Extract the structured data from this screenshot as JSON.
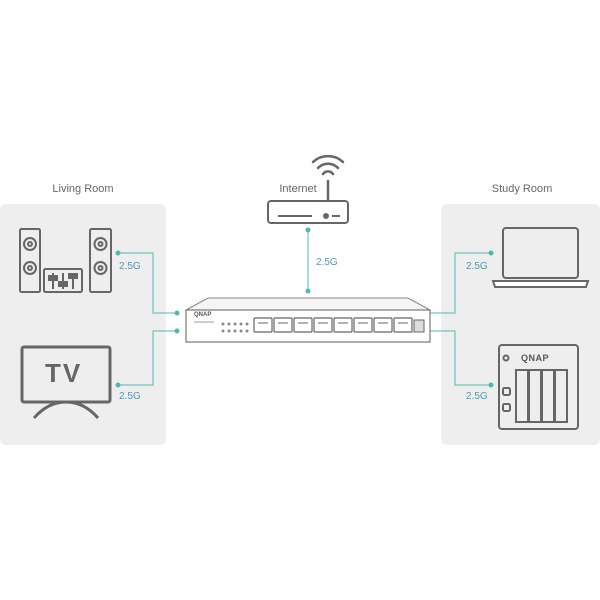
{
  "labels": {
    "living_room": "Living Room",
    "internet": "Internet",
    "study_room": "Study Room"
  },
  "connections": {
    "stereo_speed": "2.5G",
    "tv_speed": "2.5G",
    "router_speed": "2.5G",
    "laptop_speed": "2.5G",
    "nas_speed": "2.5G"
  },
  "devices": {
    "tv_screen_text": "TV",
    "switch_brand": "QNAP",
    "nas_brand": "QNAP"
  },
  "colors": {
    "line": "#4fb8b0",
    "device_stroke": "#666666",
    "panel": "#eeeeee"
  },
  "icons": [
    "speaker-icon",
    "equalizer-icon",
    "tv-icon",
    "wifi-icon",
    "router-icon",
    "switch-icon",
    "laptop-icon",
    "nas-icon"
  ]
}
